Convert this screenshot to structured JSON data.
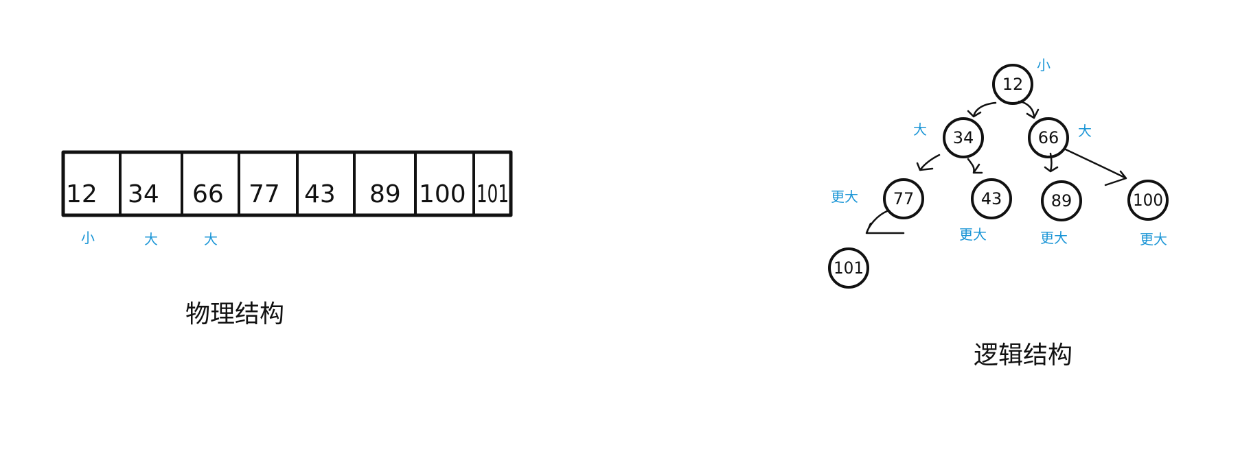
{
  "colors": {
    "ink": "#111111",
    "annotation": "#1a95d6"
  },
  "physical": {
    "title": "物理结构",
    "cells": [
      "12",
      "34",
      "66",
      "77",
      "43",
      "89",
      "100",
      "101"
    ],
    "marks": [
      "小",
      "大",
      "大"
    ]
  },
  "logical": {
    "title": "逻辑结构",
    "nodes": [
      {
        "value": "12",
        "mark": "小"
      },
      {
        "value": "34",
        "mark": "大"
      },
      {
        "value": "66",
        "mark": "大"
      },
      {
        "value": "77",
        "mark": "更大"
      },
      {
        "value": "43",
        "mark": "更大"
      },
      {
        "value": "89",
        "mark": "更大"
      },
      {
        "value": "100",
        "mark": "更大"
      },
      {
        "value": "101",
        "mark": ""
      }
    ]
  }
}
